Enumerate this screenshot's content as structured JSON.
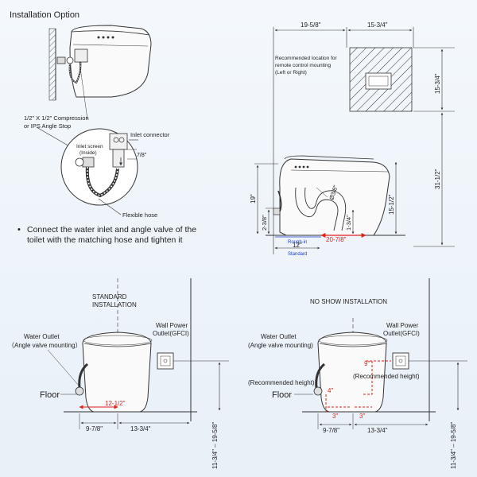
{
  "panel1": {
    "title": "Installation Option",
    "compression_label_1": "1/2\" X 1/2\" Compression",
    "compression_label_2": "or IPS Angle Stop",
    "inlet_screen_1": "Inlet screen",
    "inlet_screen_2": "(Inside)",
    "inlet_connector": "Inlet connector",
    "dim_7_8": "7/8\"",
    "flexible_hose": "Flexible hose",
    "bullet": "•",
    "instruction_1": "Connect the water inlet and angle valve of the",
    "instruction_2": "toilet with the matching hose and tighten it"
  },
  "panel2": {
    "dim_top_left": "19-5/8\"",
    "dim_top_right": "15-3/4\"",
    "remote_1": "Recommended location for",
    "remote_2": "remote control mounting",
    "remote_3": "(Left or Right)",
    "dim_remote_h": "15-3/4\"",
    "dim_total_h": "31-1/2\"",
    "dim_19": "19\"",
    "dim_diameter": "Ø3/8\"",
    "dim_15_half": "15-1/2\"",
    "dim_1_3_4": "1-3/4\"",
    "dim_2_3_8": "2-3/8\"",
    "rough_in": "Rough-in",
    "dim_12": "12\"",
    "standard": "Standard",
    "dim_20_7_8": "20-7/8\""
  },
  "panel3": {
    "heading_1": "STANDARD",
    "heading_2": "INSTALLATION",
    "water_outlet_1": "Water Outlet",
    "water_outlet_2": "（Angle valve mounting）",
    "power_1": "Wall Power",
    "power_2": "Outlet(GFCI)",
    "floor": "Floor",
    "dim_12_half": "12-1/2\"",
    "dim_9_7_8": "9-7/8\"",
    "dim_13_3_4": "13-3/4\"",
    "dim_vertical": "11-3/4\" – 19-5/8\""
  },
  "panel4": {
    "heading": "NO SHOW INSTALLATION",
    "water_outlet_1": "Water Outlet",
    "water_outlet_2": "(Angle valve mounting)",
    "power_1": "Wall Power",
    "power_2": "Outlet(GFCI)",
    "rec_height_left": "(Recommended height)",
    "rec_height_right": "(Recommended height)",
    "floor": "Floor",
    "dim_9": "9\"",
    "dim_4": "4\"",
    "dim_3_a": "3\"",
    "dim_3_b": "3\"",
    "dim_9_7_8": "9-7/8\"",
    "dim_13_3_4": "13-3/4\"",
    "dim_vertical": "11-3/4\" – 19-5/8\""
  },
  "colors": {
    "red": "#e0201a",
    "blue": "#1a3fd0",
    "line": "#333333"
  }
}
